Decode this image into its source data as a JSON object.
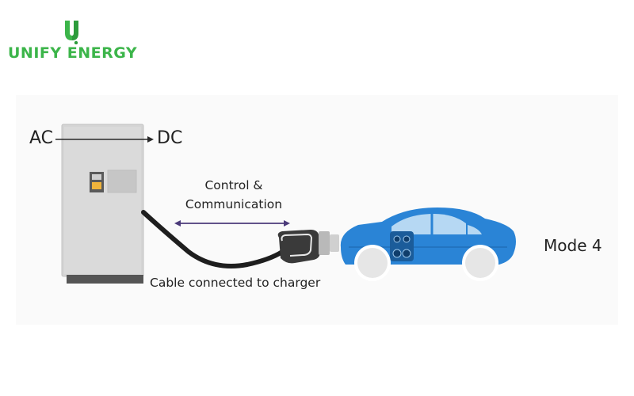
{
  "brand": {
    "name": "UNIFY ENERGY",
    "mark_letter": "U",
    "color": "#3cb54a",
    "mark_color": "#2d9c3c"
  },
  "diagram": {
    "input_label": "AC",
    "output_label": "DC",
    "link_label_line1": "Control &",
    "link_label_line2": "Communication",
    "cable_label": "Cable connected to charger",
    "mode_label": "Mode 4"
  },
  "colors": {
    "charger_body": "#d4d4d4",
    "charger_base": "#555555",
    "cable": "#1e1e1e",
    "arrow": "#4b3a7a",
    "car_body": "#2a84d6",
    "car_glass": "#cfe6f8",
    "wheel": "#e6e6e6"
  },
  "icons": {
    "logo": "u-leaf-logo",
    "connector": "ccs-plug-icon",
    "socket": "charge-port-icon",
    "vehicle": "electric-car-icon"
  }
}
